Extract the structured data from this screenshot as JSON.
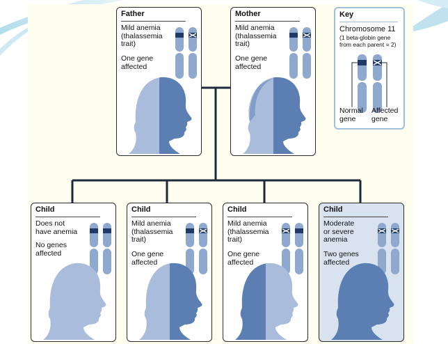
{
  "colors": {
    "chromosome": "#8fa8cd",
    "normal_band": "#1f3a66",
    "affected_band": "#1f3a66",
    "head_light": "#a9bcdc",
    "head_dark": "#5b7fb3",
    "connector": "#1e2a3a",
    "background": "#fdfdf0"
  },
  "parents": [
    {
      "title": "Father",
      "description": "Mild anemia\n(thalassemia\ntrait)",
      "genes": "One gene\naffected",
      "silhouette": "male-profile",
      "bands": [
        "normal",
        "affected"
      ],
      "head_split": "half"
    },
    {
      "title": "Mother",
      "description": "Mild anemia\n(thalassemia\ntrait)",
      "genes": "One gene\naffected",
      "silhouette": "female-profile",
      "bands": [
        "normal",
        "affected"
      ],
      "head_split": "half"
    }
  ],
  "children": [
    {
      "title": "Child",
      "description": "Does not\nhave anemia",
      "genes": "No genes\naffected",
      "bands": [
        "normal",
        "normal"
      ],
      "head_split": "light"
    },
    {
      "title": "Child",
      "description": "Mild anemia\n(thalassemia\ntrait)",
      "genes": "One gene\naffected",
      "bands": [
        "normal",
        "affected"
      ],
      "head_split": "half"
    },
    {
      "title": "Child",
      "description": "Mild anemia\n(thalassemia\ntrait)",
      "genes": "One gene\naffected",
      "bands": [
        "affected",
        "normal"
      ],
      "head_split": "half-reverse"
    },
    {
      "title": "Child",
      "description": "Moderate\nor severe\nanemia",
      "genes": "Two genes\naffected",
      "bands": [
        "affected",
        "affected"
      ],
      "head_split": "dark"
    }
  ],
  "key": {
    "title": "Key",
    "subtitle": "Chromosome 11",
    "note": "(1 beta-globin gene\nfrom each parent = 2)",
    "normal_label": "Normal\ngene",
    "affected_label": "Affected\ngene"
  }
}
